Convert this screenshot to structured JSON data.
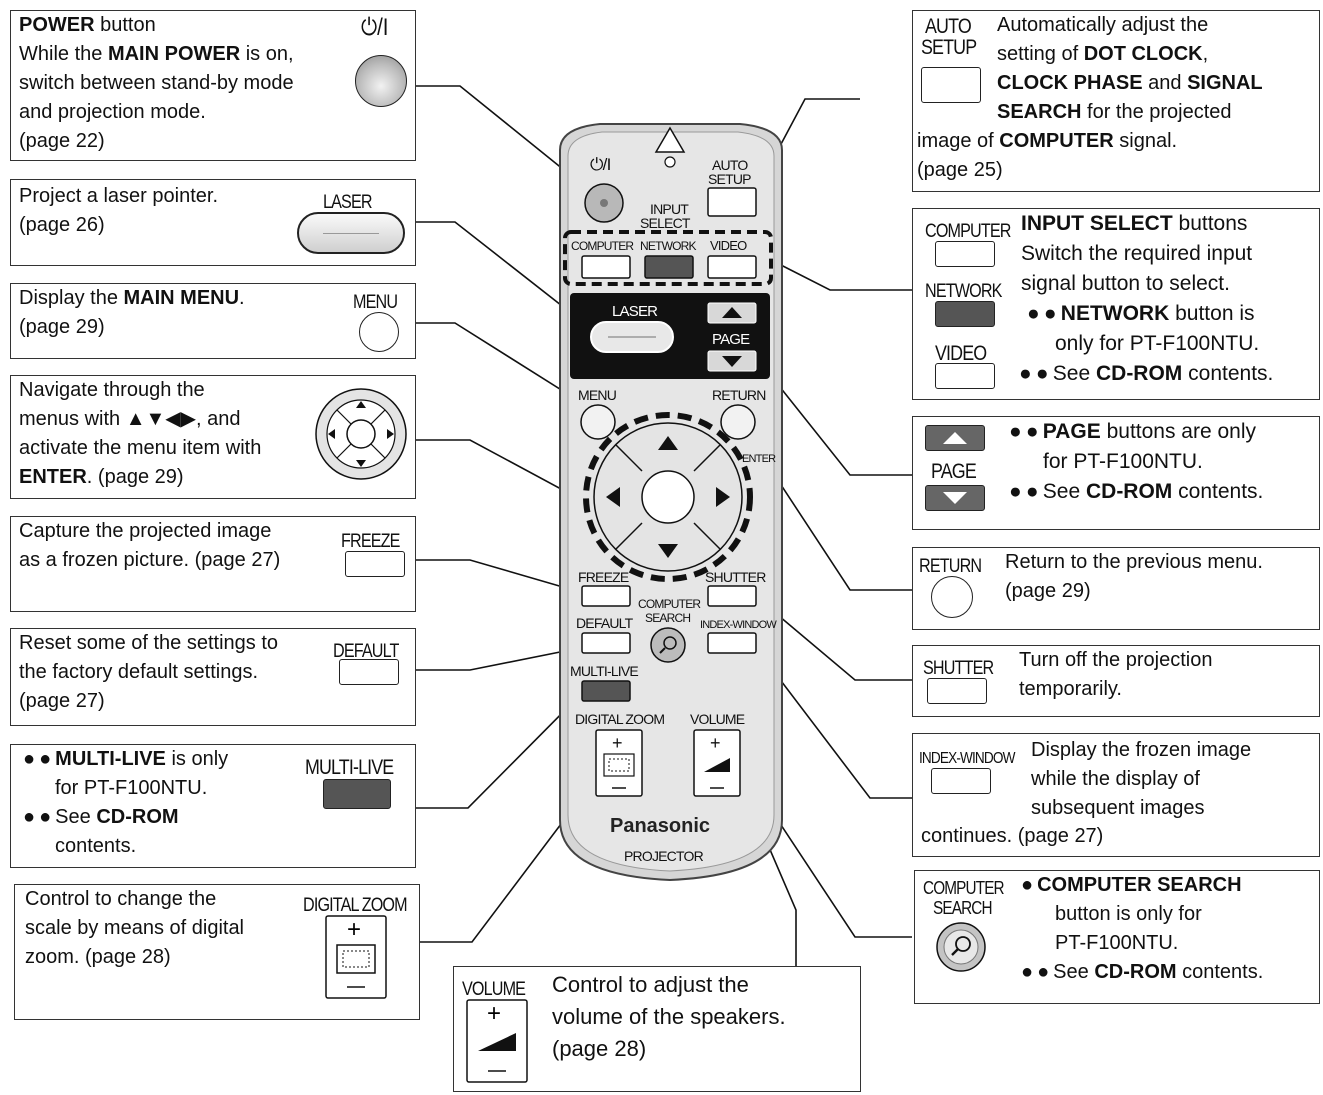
{
  "boxes": {
    "power": {
      "title_bold": "POWER",
      "title_rest": " button",
      "line2_pre": "While the ",
      "line2_bold": "MAIN POWER",
      "line2_post": " is on,",
      "line3": "switch between stand-by mode",
      "line4": "and projection mode.",
      "line5": "(page 22)",
      "icon_label": "⏻/I"
    },
    "laser": {
      "line1": "Project a laser pointer.",
      "line2": "(page 26)",
      "icon_label": "LASER"
    },
    "menu": {
      "line1_pre": "Display the ",
      "line1_bold": "MAIN MENU",
      "line1_post": ".",
      "line2": "(page 29)",
      "icon_label": "MENU"
    },
    "navigate": {
      "line1": "Navigate through the",
      "line2": "menus with ▲▼◀▶, and",
      "line3": "activate the menu item with",
      "line4_bold": "ENTER",
      "line4_post": ". (page 29)"
    },
    "freeze": {
      "line1": "Capture the projected image",
      "line2": "as a frozen picture. (page 27)",
      "icon_label": "FREEZE"
    },
    "default": {
      "line1": "Reset some of the settings to",
      "line2": "the factory default settings.",
      "line3": "(page 27)",
      "icon_label": "DEFAULT"
    },
    "multilive": {
      "line1_bold": "MULTI-LIVE",
      "line1_post": " is only",
      "line2": "for PT-F100NTU.",
      "line3_pre": "See ",
      "line3_bold": "CD-ROM",
      "line4": "contents.",
      "icon_label": "MULTI-LIVE"
    },
    "digitalzoom": {
      "line1": "Control to change the",
      "line2": "scale by means of digital",
      "line3": "zoom. (page 28)",
      "icon_label": "DIGITAL ZOOM"
    },
    "volume": {
      "line1": "Control to adjust the",
      "line2": "volume of the speakers.",
      "line3": "(page 28)",
      "icon_label": "VOLUME"
    },
    "autosetup": {
      "line1": "Automatically adjust the",
      "line2_pre": "setting of ",
      "line2_bold": "DOT CLOCK",
      "line2_post": ",",
      "line3_bold1": "CLOCK PHASE",
      "line3_mid": " and ",
      "line3_bold2": "SIGNAL",
      "line4_bold": "SEARCH",
      "line4_post": " for the projected",
      "line5_pre": "image of ",
      "line5_bold": "COMPUTER",
      "line5_post": " signal.",
      "line6": "(page 25)",
      "icon_label1": "AUTO",
      "icon_label2": "SETUP"
    },
    "inputselect": {
      "line1_bold": "INPUT SELECT",
      "line1_post": " buttons",
      "line2": "Switch the required input",
      "line3": "signal button to select.",
      "line4_bold": "NETWORK",
      "line4_post": " button is",
      "line5": "only for PT-F100NTU.",
      "line6_pre": "See ",
      "line6_bold": "CD-ROM",
      "line6_post": " contents.",
      "icon_computer": "COMPUTER",
      "icon_network": "NETWORK",
      "icon_video": "VIDEO"
    },
    "page": {
      "line1_bold": "PAGE",
      "line1_post": " buttons are only",
      "line2": "for PT-F100NTU.",
      "line3_pre": "See ",
      "line3_bold": "CD-ROM",
      "line3_post": " contents.",
      "icon_label": "PAGE"
    },
    "return": {
      "line1": "Return to the previous menu.",
      "line2": "(page 29)",
      "icon_label": "RETURN"
    },
    "shutter": {
      "line1": "Turn off the projection",
      "line2": "temporarily.",
      "icon_label": "SHUTTER"
    },
    "indexwindow": {
      "line1": "Display the frozen image",
      "line2": "while the display of",
      "line3": "subsequent images",
      "line4": "continues. (page 27)",
      "icon_label": "INDEX-WINDOW"
    },
    "computersearch": {
      "line1_bold": "COMPUTER SEARCH",
      "line2": "button is only for",
      "line3": "PT-F100NTU.",
      "line4_pre": "See ",
      "line4_bold": "CD-ROM",
      "line4_post": " contents.",
      "icon_label1": "COMPUTER",
      "icon_label2": "SEARCH"
    }
  },
  "remote": {
    "power": "⏻/I",
    "auto": "AUTO",
    "setup": "SETUP",
    "input": "INPUT",
    "select": "SELECT",
    "computer": "COMPUTER",
    "network": "NETWORK",
    "video": "VIDEO",
    "laser": "LASER",
    "page": "PAGE",
    "menu": "MENU",
    "return": "RETURN",
    "enter": "ENTER",
    "freeze": "FREEZE",
    "shutter": "SHUTTER",
    "computer2": "COMPUTER",
    "search": "SEARCH",
    "default": "DEFAULT",
    "indexwindow": "INDEX-WINDOW",
    "multilive": "MULTI-LIVE",
    "digitalzoom": "DIGITAL ZOOM",
    "volume": "VOLUME",
    "brand": "Panasonic",
    "projector": "PROJECTOR"
  }
}
